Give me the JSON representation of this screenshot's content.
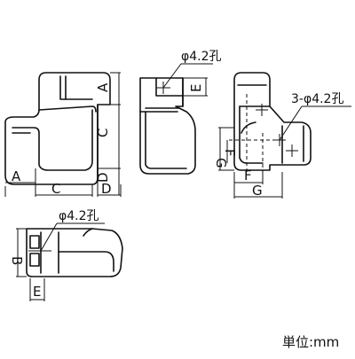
{
  "labels": {
    "A": "A",
    "B": "B",
    "C": "C",
    "D": "D",
    "E": "E",
    "F": "F",
    "G": "G",
    "hole_single": "φ4.2孔",
    "hole_triple": "3-φ4.2孔",
    "unit": "単位:mm"
  }
}
